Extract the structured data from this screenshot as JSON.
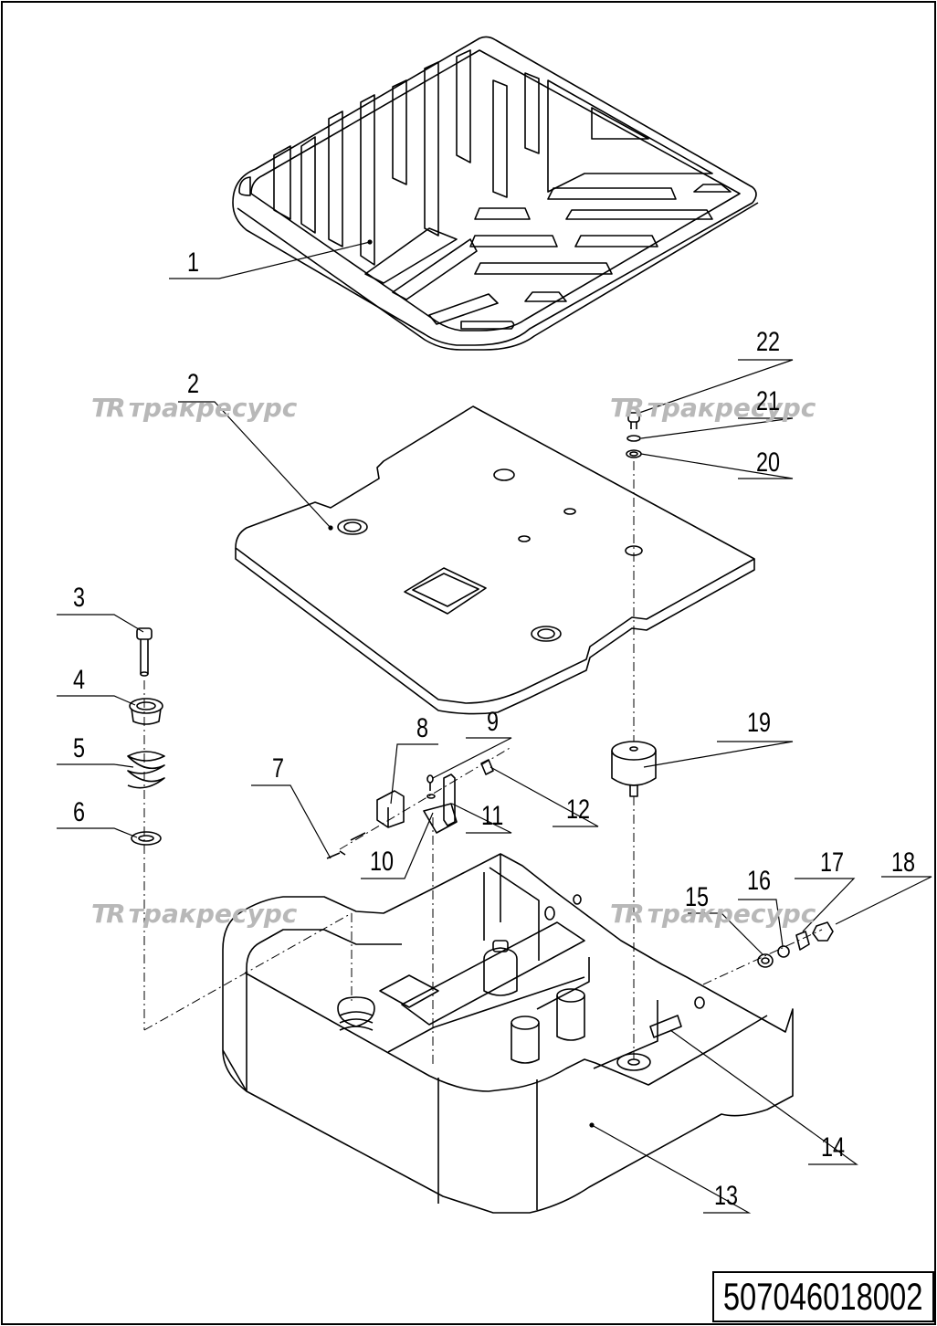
{
  "drawing": {
    "document_number": "507046018002",
    "watermark": {
      "logo": "TR",
      "text": "тракресурс",
      "color": "#b8b8b8"
    },
    "part_labels": [
      "1",
      "2",
      "3",
      "4",
      "5",
      "6",
      "7",
      "8",
      "9",
      "10",
      "11",
      "12",
      "13",
      "14",
      "15",
      "16",
      "17",
      "18",
      "19",
      "20",
      "21",
      "22"
    ]
  }
}
